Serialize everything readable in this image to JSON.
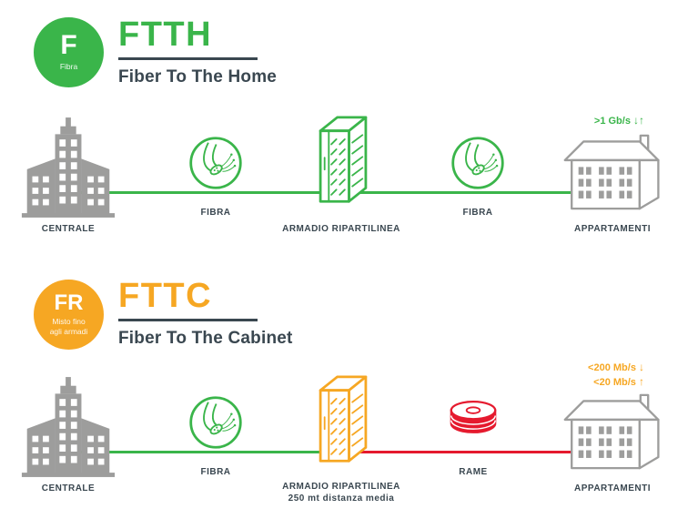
{
  "colors": {
    "green": "#3ab54a",
    "orange": "#f6a723",
    "red": "#e51a2e",
    "gray": "#9d9d9c",
    "dark": "#3a4750"
  },
  "ftth": {
    "badge": {
      "initial": "F",
      "subtitle": "Fibra"
    },
    "acronym": "FTTH",
    "full_name": "Fiber To The Home",
    "speed": {
      "value": ">1 Gb/s",
      "arrows": "↓↑"
    },
    "nodes": {
      "centrale": "CENTRALE",
      "fibra_1": "FIBRA",
      "armadio": "ARMADIO RIPARTILINEA",
      "fibra_2": "FIBRA",
      "appartamenti": "APPARTAMENTI"
    }
  },
  "fttc": {
    "badge": {
      "initial": "FR",
      "subtitle_line1": "Misto fino",
      "subtitle_line2": "agli armadi"
    },
    "acronym": "FTTC",
    "full_name": "Fiber To The Cabinet",
    "speed_down": {
      "value": "<200 Mb/s",
      "arrow": "↓"
    },
    "speed_up": {
      "value": "<20 Mb/s",
      "arrow": "↑"
    },
    "nodes": {
      "centrale": "CENTRALE",
      "fibra": "FIBRA",
      "armadio": "ARMADIO RIPARTILINEA",
      "armadio_sub": "250 mt distanza media",
      "rame": "RAME",
      "appartamenti": "APPARTAMENTI"
    }
  }
}
